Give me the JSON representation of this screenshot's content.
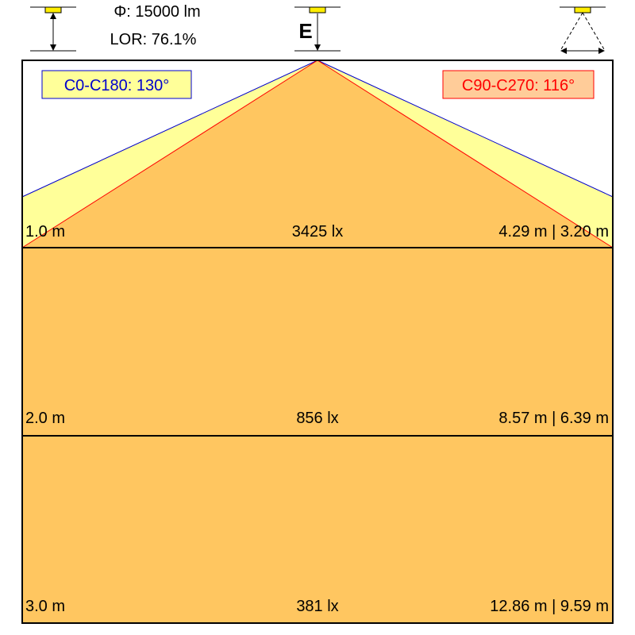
{
  "header": {
    "flux_label": "Φ: 15000 lm",
    "lor_label": "LOR: 76.1%",
    "illuminance_symbol": "E"
  },
  "beam_angles": {
    "c0_c180": {
      "label": "C0-C180: 130°",
      "angle_deg": 130,
      "line_color": "#0000cc",
      "fill_color": "#ffff99",
      "text_color": "#0000cc"
    },
    "c90_c270": {
      "label": "C90-C270: 116°",
      "angle_deg": 116,
      "line_color": "#ff0000",
      "fill_color": "#ffcc99",
      "text_color": "#ff0000"
    }
  },
  "cone_fill_color": "#ffc660",
  "levels": [
    {
      "distance": "1.0 m",
      "illuminance": "3425 lx",
      "diameters": "4.29 m | 3.20 m"
    },
    {
      "distance": "2.0 m",
      "illuminance": "856 lx",
      "diameters": "8.57 m | 6.39 m"
    },
    {
      "distance": "3.0 m",
      "illuminance": "381 lx",
      "diameters": "12.86 m | 9.59 m"
    }
  ]
}
